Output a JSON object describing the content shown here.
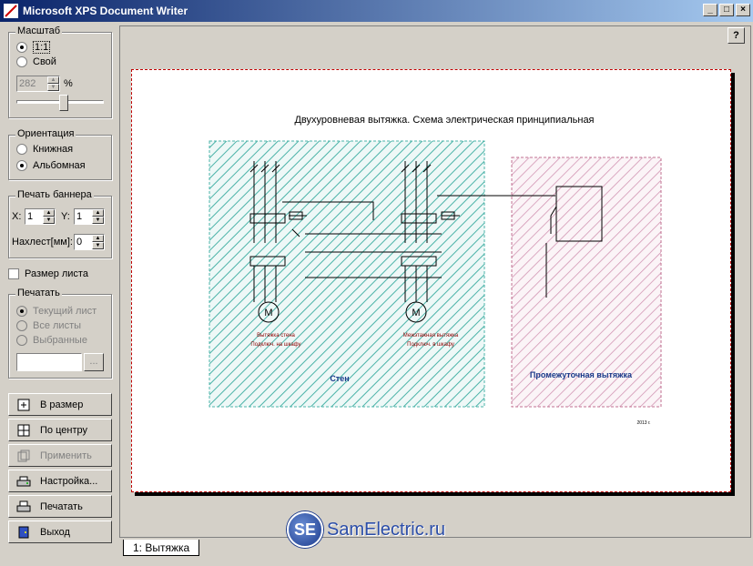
{
  "window": {
    "title": "Microsoft XPS Document Writer",
    "minimize": "_",
    "maximize": "□",
    "close": "×"
  },
  "scale": {
    "title": "Масштаб",
    "opt_1_1": "1:1",
    "opt_custom": "Свой",
    "percent_value": "282",
    "percent_unit": "%",
    "slider": 0.55
  },
  "orientation": {
    "title": "Ориентация",
    "portrait": "Книжная",
    "landscape": "Альбомная"
  },
  "banner": {
    "title": "Печать баннера",
    "x_label": "X:",
    "x_value": "1",
    "y_label": "Y:",
    "y_value": "1",
    "overlap_label": "Нахлест[мм]:",
    "overlap_value": "0"
  },
  "sheet_size": {
    "label": "Размер листа"
  },
  "print_range": {
    "title": "Печатать",
    "current": "Текущий лист",
    "all": "Все листы",
    "selected": "Выбранные",
    "browse": "..."
  },
  "buttons": {
    "fit": "В размер",
    "center": "По центру",
    "apply": "Применить",
    "setup": "Настройка...",
    "print": "Печатать",
    "exit": "Выход"
  },
  "help": "?",
  "tabs": [
    {
      "label": "1: Вытяжка"
    }
  ],
  "drawing": {
    "title": "Двухуровневая вытяжка. Схема электрическая принципиальная",
    "zone1": "Стен",
    "zone2": "Промежуточная вытяжка",
    "motor1_l1": "Вытяжка стена",
    "motor1_l2": "Подключ. на шкафу",
    "motor2_l1": "Межэтажная вытяжка",
    "motor2_l2": "Подключ. в шкафу",
    "motor_symbol": "M",
    "stamp": "2013 г."
  },
  "watermark": {
    "logo": "SE",
    "text": "SamElectric.ru"
  },
  "colors": {
    "titlebar": "#0a246a",
    "zone1": "#4bb3a8",
    "zone2": "#c07090",
    "frame": "#c00000"
  }
}
